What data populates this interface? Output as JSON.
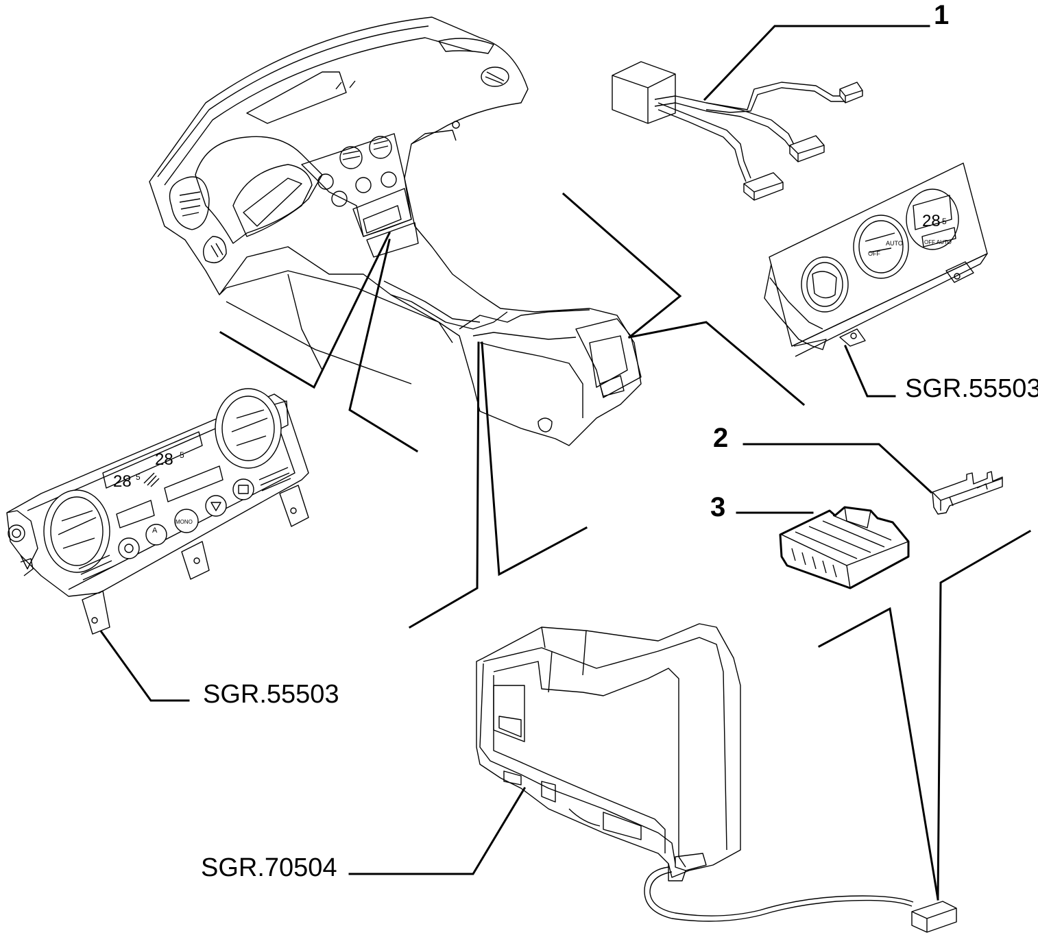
{
  "labels": {
    "part_1": "1",
    "part_2": "2",
    "part_3": "3",
    "ref_climate_panel_upper": "SGR.55503",
    "ref_climate_panel_lower": "SGR.55503",
    "ref_console_housing": "SGR.70504"
  },
  "panel_upper": {
    "display_value": "28",
    "display_decimal": "5",
    "knob_text_off": "OFF",
    "knob_text_auto": "AUTO",
    "button_text": "OFF AUTO"
  },
  "panel_lower": {
    "display_left_value": "28",
    "display_left_decimal": "5",
    "display_right_value": "28",
    "display_right_decimal": "5",
    "button_mono": "MONO",
    "button_a": "A"
  }
}
